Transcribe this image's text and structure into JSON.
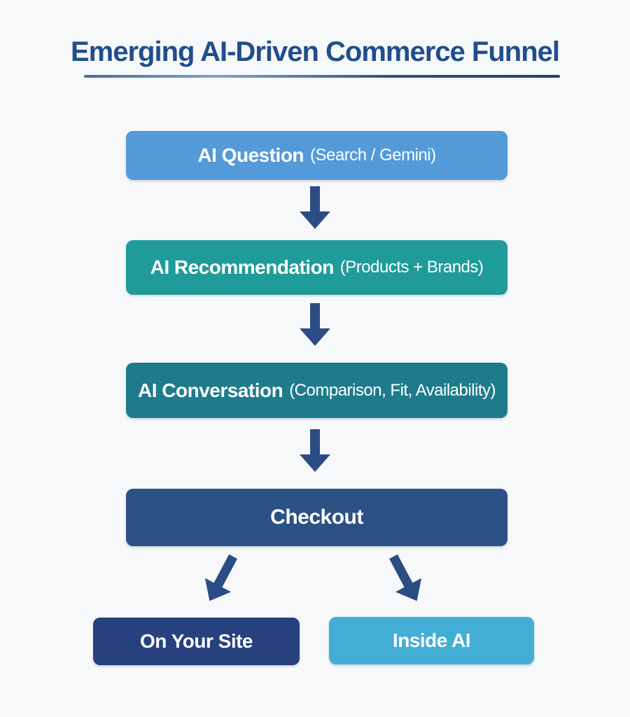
{
  "title": {
    "text": "Emerging AI-Driven Commerce Funnel"
  },
  "colors": {
    "background": "#f7f8f9",
    "title": "#204e8d",
    "underline": "#2a5187",
    "arrow": "#2b4c84",
    "box_text": "#ffffff"
  },
  "funnel": {
    "steps": [
      {
        "label": "AI Question",
        "sublabel": "(Search / Gemini)",
        "bg": "#549ad8"
      },
      {
        "label": "AI Recommendation",
        "sublabel": "(Products + Brands)",
        "bg": "#1f9b9a"
      },
      {
        "label": "AI Conversation",
        "sublabel": "(Comparison, Fit, Availability)",
        "bg": "#1e7b8c"
      },
      {
        "label": "Checkout",
        "sublabel": "",
        "bg": "#2b5185"
      }
    ],
    "outcomes": [
      {
        "label": "On Your Site",
        "bg": "#27417f"
      },
      {
        "label": "Inside AI",
        "bg": "#42aed6"
      }
    ]
  }
}
